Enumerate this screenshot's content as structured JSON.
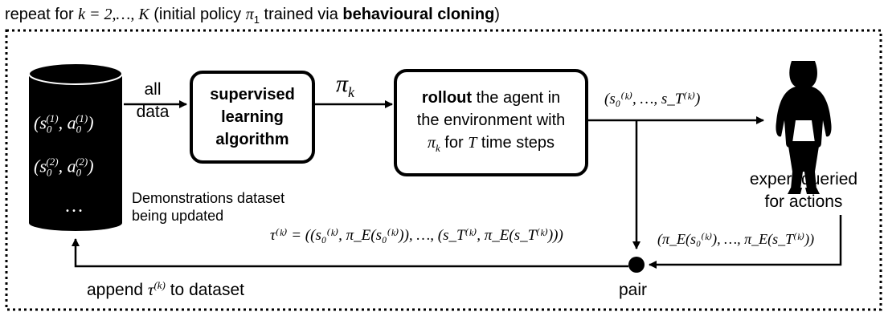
{
  "header": {
    "prefix": "repeat for ",
    "k_range": "k = 2,…, K",
    "middle": " (initial policy ",
    "pi1": "π",
    "pi1_sub": "1",
    "trained_via": " trained via ",
    "bc": "behavioural cloning",
    "suffix": ")"
  },
  "dataset": {
    "row1": "(s",
    "row1_sub": "0",
    "row1_sup": "(1)",
    "row1_mid": ", a",
    "row1_sub2": "0",
    "row1_sup2": "(1)",
    "row1_end": ")",
    "row2": "(s",
    "row2_sub": "0",
    "row2_sup": "(2)",
    "row2_mid": ", a",
    "row2_sub2": "0",
    "row2_sup2": "(2)",
    "row2_end": ")",
    "ellipsis": "…",
    "caption_line1": "Demonstrations dataset",
    "caption_line2": "being updated"
  },
  "all_data": {
    "line1": "all",
    "line2": "data"
  },
  "supervised_box": {
    "line1": "supervised",
    "line2": "learning",
    "line3": "algorithm"
  },
  "policy_label": {
    "pi": "π",
    "sub": "k"
  },
  "rollout_box": {
    "bold": "rollout",
    "line1_rest": " the agent in",
    "line2": "the environment with",
    "line3_pi": "π",
    "line3_sub": "k",
    "line3_rest": " for ",
    "line3_T": "T",
    "line3_end": " time steps"
  },
  "states_label": "(s₀⁽ᵏ⁾, …, s_T⁽ᵏ⁾)",
  "expert": {
    "line1": "expert queried",
    "line2": "for actions"
  },
  "tau_label": "τ⁽ᵏ⁾ = ((s₀⁽ᵏ⁾, π_E(s₀⁽ᵏ⁾)), …, (s_T⁽ᵏ⁾, π_E(s_T⁽ᵏ⁾)))",
  "actions_label": "(π_E(s₀⁽ᵏ⁾), …, π_E(s_T⁽ᵏ⁾))",
  "pair_label": "pair",
  "append": {
    "prefix": "append ",
    "tau": "τ",
    "tau_sup": "(k)",
    "suffix": " to dataset"
  }
}
